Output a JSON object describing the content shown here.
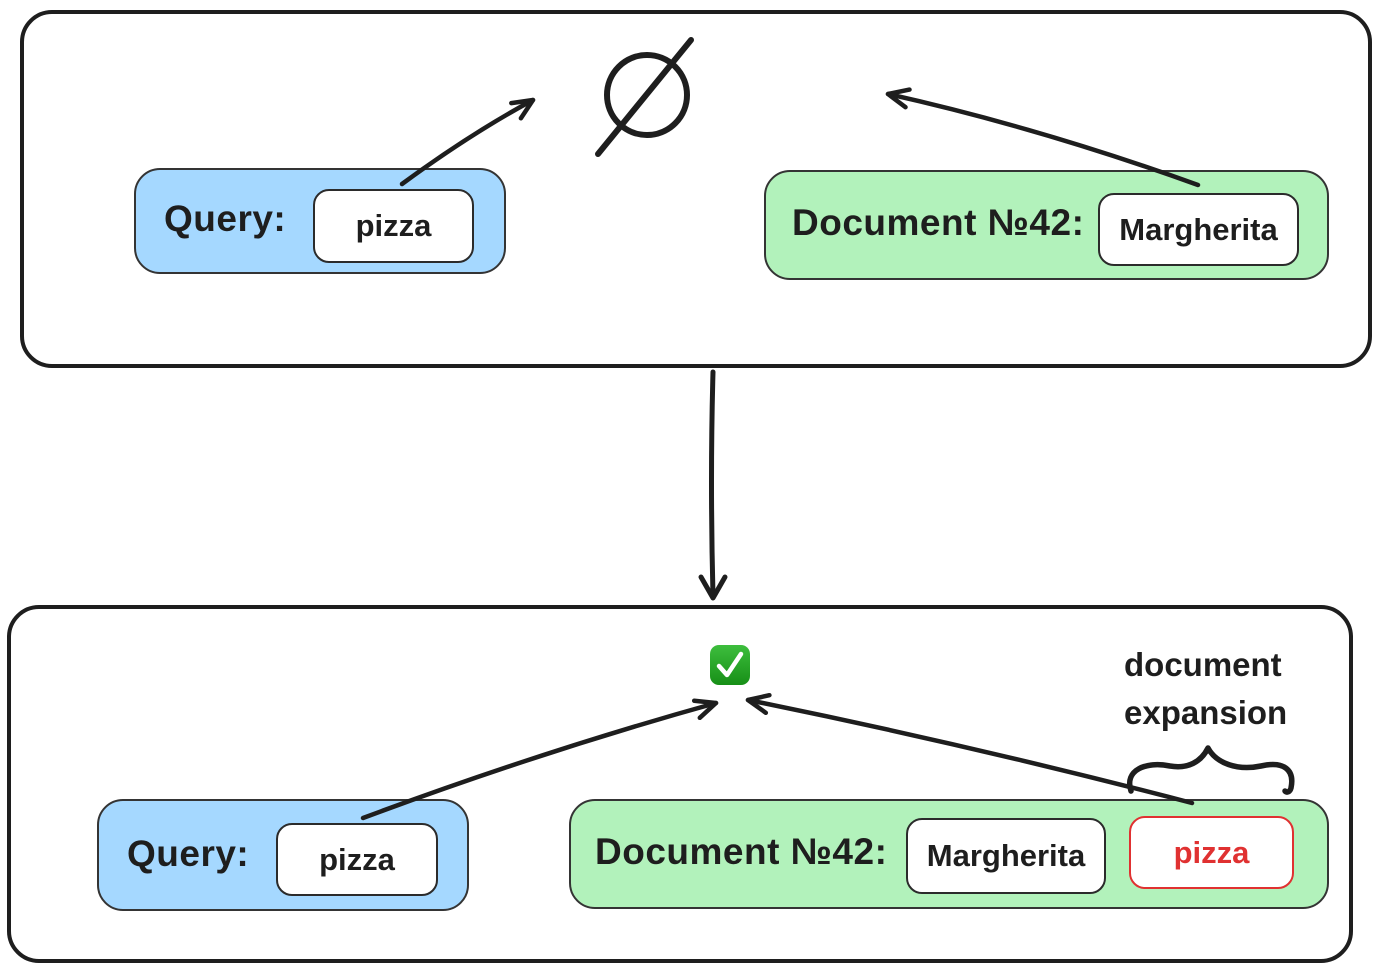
{
  "colors": {
    "ink": "#1e1e1e",
    "query-fill": "#a5d8ff",
    "doc-fill": "#b2f2bb",
    "expansion-red": "#e03131",
    "check-green": "#1f9f1f"
  },
  "top_panel": {
    "query": {
      "label": "Query:",
      "term": "pizza"
    },
    "document": {
      "label": "Document №42:",
      "term": "Margherita"
    },
    "result_icon": "empty-set"
  },
  "bottom_panel": {
    "query": {
      "label": "Query:",
      "term": "pizza"
    },
    "document": {
      "label": "Document №42:",
      "term": "Margherita",
      "expansion_term": "pizza"
    },
    "annotation": "document expansion",
    "result_icon": "check-mark"
  }
}
